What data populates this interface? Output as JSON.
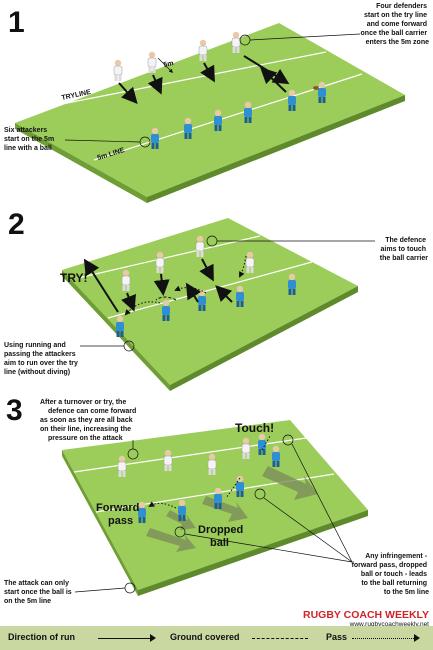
{
  "panels": [
    {
      "number": "1",
      "callouts": [
        "Four defenders",
        "start on the try line",
        "and come forward",
        "once the ball carrier",
        "enters the 5m zone"
      ],
      "field_labels": {
        "tryline": "TRYLINE",
        "five_m_line": "5m LINE",
        "five_m_zone": "5m"
      },
      "left_callout": [
        "Six attackers",
        "start on the 5m",
        "line with a ball"
      ]
    },
    {
      "number": "2",
      "callouts": [
        "The defence",
        "aims to touch",
        "the ball carrier"
      ],
      "try_label": "TRY!",
      "left_callout": [
        "Using running and",
        "passing the attackers",
        "aim to run over the try",
        "line (without diving)"
      ]
    },
    {
      "number": "3",
      "top_callout": [
        "After a turnover or try, the",
        "defence can come forward",
        "as soon as they are all back",
        "on their line, increasing the",
        "pressure on the attack"
      ],
      "touch_label": "Touch!",
      "forward_pass_label": [
        "Forward",
        "pass"
      ],
      "dropped_ball_label": [
        "Dropped",
        "ball"
      ],
      "right_callout": [
        "Any infringement -",
        "forward pass, dropped",
        "ball or touch -  leads",
        "to the ball returning",
        "to the 5m line"
      ],
      "left_callout": [
        "The attack can only",
        "start once the ball is",
        "on the 5m line"
      ]
    }
  ],
  "branding": {
    "logo_text": "RUGBY COACH WEEKLY",
    "url": "www.rugbycoachweekly.net"
  },
  "legend": {
    "direction": "Direction of run",
    "ground": "Ground covered",
    "pass": "Pass"
  },
  "colors": {
    "pitch": "#9ccc5a",
    "pitch_side": "#6f9e35",
    "attacker": "#2f8fd3",
    "defender": "#f2f2f2",
    "brand_red": "#d0232a",
    "legend_bg": "#c9d8a0"
  }
}
